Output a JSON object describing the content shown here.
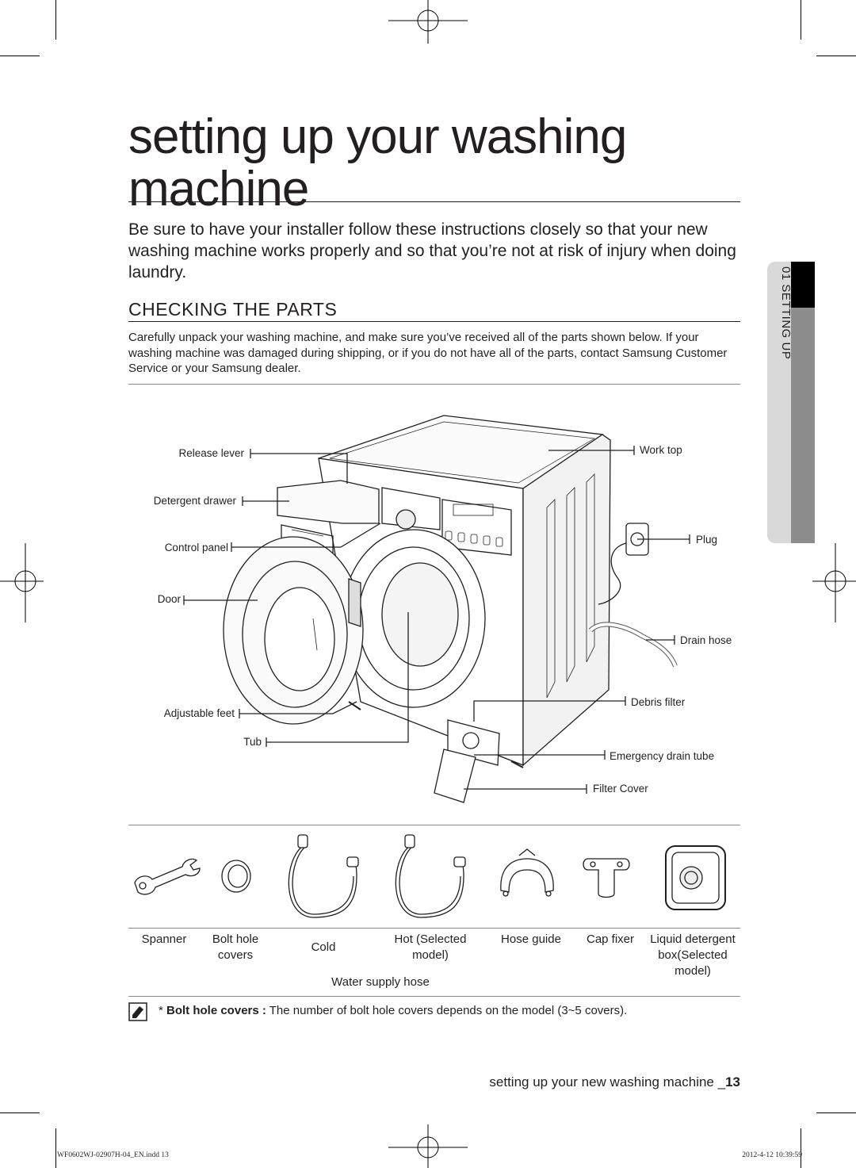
{
  "page": {
    "title": "setting up your washing machine",
    "intro": "Be sure to have your installer follow these instructions closely so that your new washing machine works properly and so that you’re not at risk of injury when doing laundry.",
    "section_heading": "CHECKING THE PARTS",
    "paragraph": "Carefully unpack your washing machine, and make sure you’ve received all of the parts shown below. If your washing machine was damaged during shipping, or if you do not have all of the parts, contact Samsung Customer Service or your Samsung dealer.",
    "side_tab": "01 SETTING UP"
  },
  "diagram": {
    "callouts_left": [
      "Release lever",
      "Detergent drawer",
      "Control panel",
      "Door",
      "Adjustable feet",
      "Tub"
    ],
    "callouts_right": [
      "Work top",
      "Plug",
      "Drain hose",
      "Debris filter",
      "Emergency drain tube",
      "Filter Cover"
    ]
  },
  "accessories": {
    "spanner": "Spanner",
    "bolt_hole_covers": "Bolt hole covers",
    "cold": "Cold",
    "hot": "Hot (Selected model)",
    "water_supply_hose": "Water supply hose",
    "hose_guide": "Hose guide",
    "cap_fixer": "Cap fixer",
    "liquid_detergent": "Liquid detergent box(Selected model)"
  },
  "note": {
    "prefix": "* ",
    "bold": "Bolt hole covers :",
    "text": " The number of bolt hole covers depends on the model (3~5 covers)."
  },
  "footer": {
    "text": "setting up your new washing machine _",
    "page_number": "13",
    "print_file": "WF0602WJ-02907H-04_EN.indd   13",
    "print_date": "2012-4-12   10:39:59"
  }
}
